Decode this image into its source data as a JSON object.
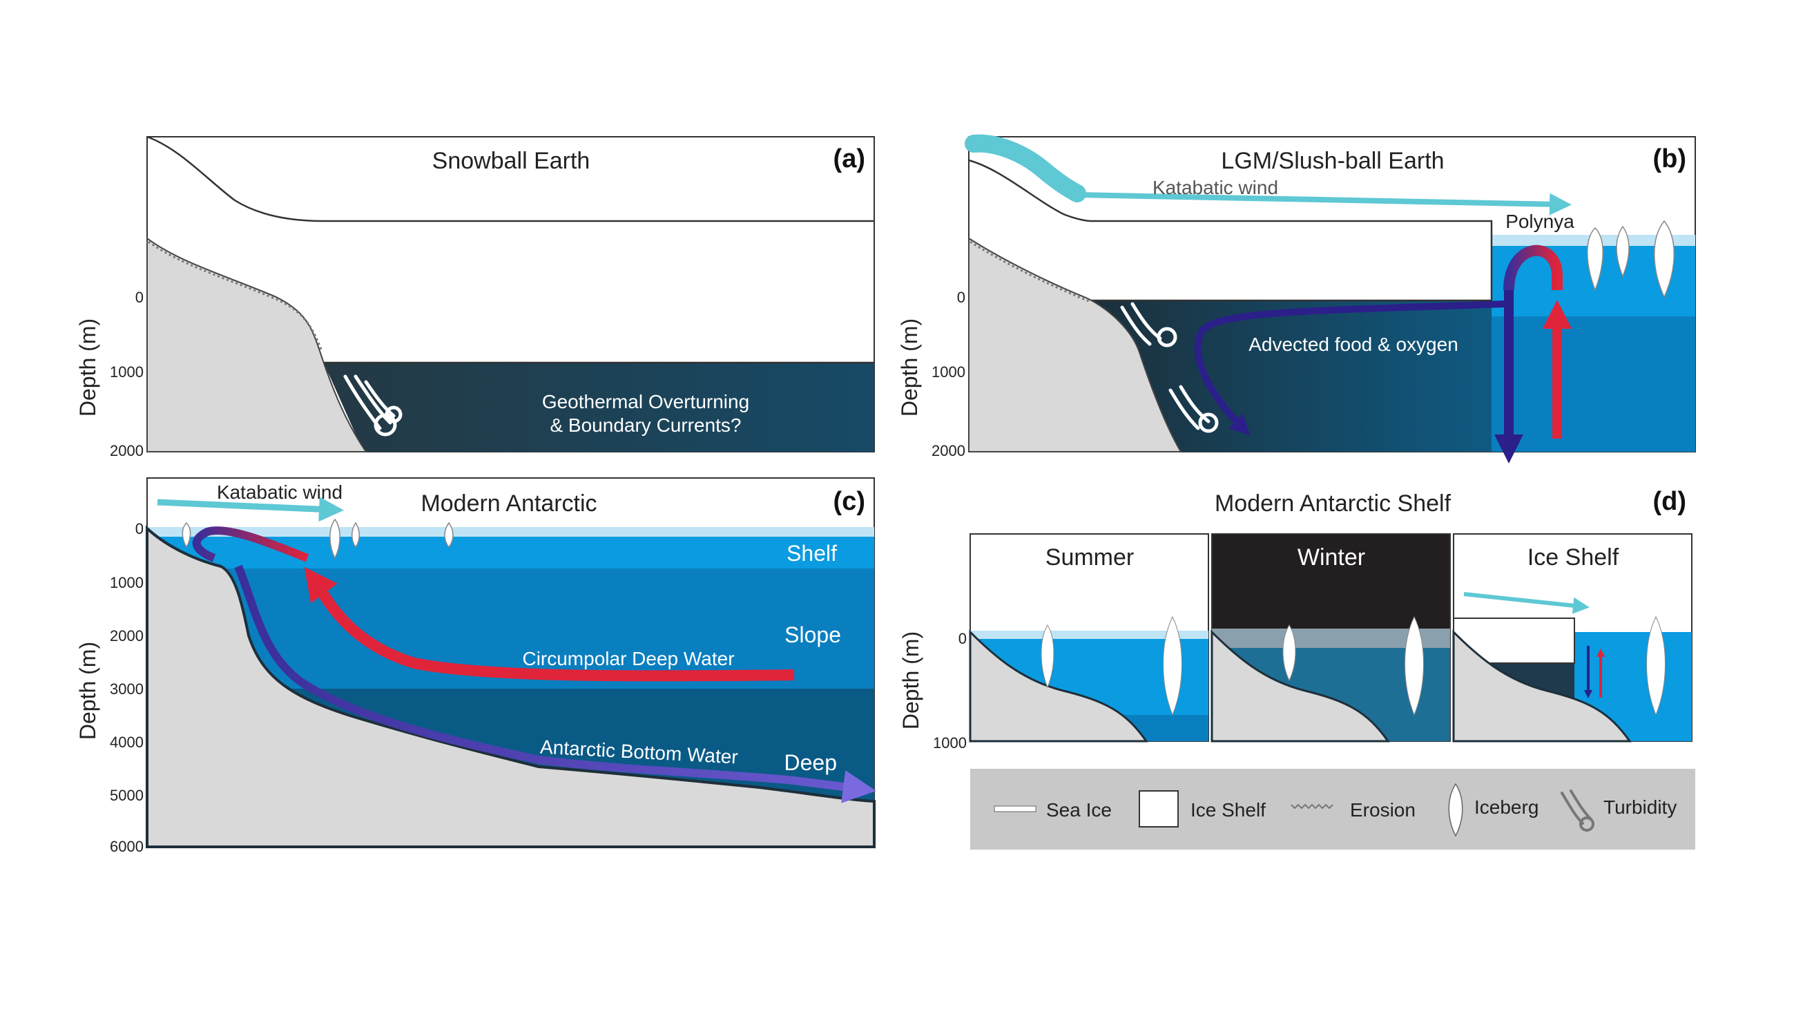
{
  "panel_a": {
    "letter": "(a)",
    "title": "Snowball Earth",
    "ylabel": "Depth (m)",
    "ticks": [
      "0",
      "1000",
      "2000"
    ],
    "label_line1": "Geothermal Overturning",
    "label_line2": "& Boundary Currents?"
  },
  "panel_b": {
    "letter": "(b)",
    "title": "LGM/Slush-ball Earth",
    "ylabel": "Depth (m)",
    "ticks": [
      "0",
      "1000",
      "2000"
    ],
    "wind_label": "Katabatic wind",
    "polynya_label": "Polynya",
    "flow_label": "Advected food & oxygen"
  },
  "panel_c": {
    "letter": "(c)",
    "title": "Modern Antarctic",
    "ylabel": "Depth (m)",
    "ticks": [
      "0",
      "1000",
      "2000",
      "3000",
      "4000",
      "5000",
      "6000"
    ],
    "wind_label": "Katabatic wind",
    "zone_shelf": "Shelf",
    "zone_slope": "Slope",
    "zone_deep": "Deep",
    "cdw_label": "Circumpolar Deep Water",
    "aabw_label": "Antarctic Bottom Water"
  },
  "panel_d": {
    "letter": "(d)",
    "title": "Modern Antarctic Shelf",
    "ylabel": "Depth (m)",
    "ticks": [
      "0",
      "1000"
    ],
    "sub_summer": "Summer",
    "sub_winter": "Winter",
    "sub_iceshelf": "Ice Shelf"
  },
  "legend": {
    "sea_ice": "Sea Ice",
    "ice_shelf": "Ice Shelf",
    "erosion": "Erosion",
    "iceberg": "Iceberg",
    "turbidity": "Turbidity"
  },
  "colors": {
    "land": "#d9d9d9",
    "dark_water": "#1e3a4c",
    "shelf_water": "#0a9be0",
    "slope_water": "#0a7fc0",
    "deep_water": "#0a5a86",
    "cdw": "#e0243a",
    "aabw": "#3a2e9a",
    "wind": "#5ec8d4",
    "legend_bg": "#c8c8c8",
    "winter_sky": "#231f20"
  }
}
